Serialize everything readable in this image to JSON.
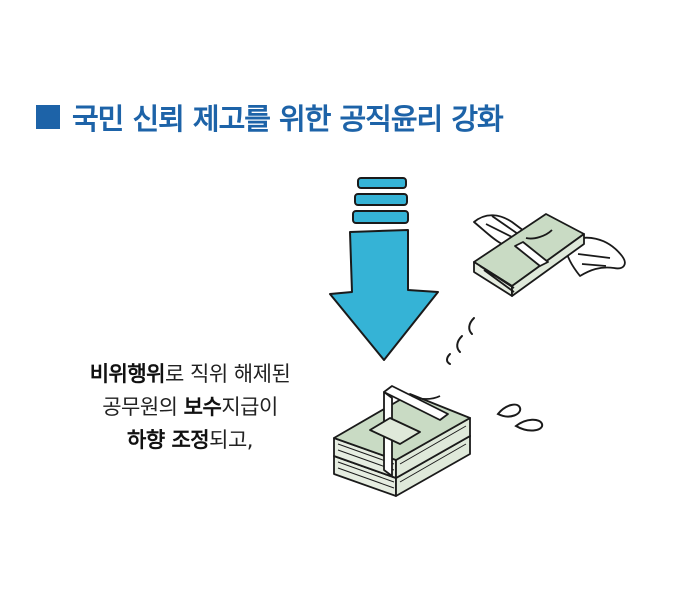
{
  "title": "국민 신뢰 제고를 위한 공직윤리 강화",
  "caption": {
    "line1": {
      "bold": "비위행위",
      "rest": "로 직위 해제된"
    },
    "line2": {
      "pre": "공무원의 ",
      "bold": "보수",
      "rest": "지급이"
    },
    "line3": {
      "bold": "하향 조정",
      "rest": "되고,"
    }
  },
  "colors": {
    "accent": "#1d63a8",
    "arrow": "#35b3d6",
    "money": "#c9dbc4"
  }
}
